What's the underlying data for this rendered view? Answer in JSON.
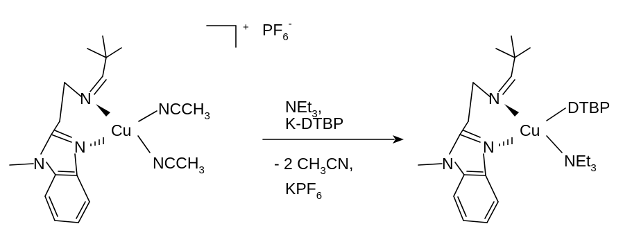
{
  "reactant": {
    "charge": "+",
    "counterion": {
      "base": "PF",
      "sub": "6",
      "sup": "-"
    },
    "atoms": {
      "metal": "Cu",
      "imine_n": "N",
      "ring_n": "N",
      "methyl_n": "N"
    },
    "ligand_1": {
      "pre": "NCCH",
      "sub": "3"
    },
    "ligand_2": {
      "pre": "NCCH",
      "sub": "3"
    }
  },
  "conditions": {
    "above_1": {
      "pre": "NEt",
      "sub": "3",
      "post": ","
    },
    "above_2": "K-DTBP",
    "below_1": {
      "pre": "- 2 CH",
      "sub": "3",
      "post": "CN,"
    },
    "below_2": {
      "pre": "KPF",
      "sub": "6"
    }
  },
  "product": {
    "atoms": {
      "metal": "Cu",
      "imine_n": "N",
      "ring_n": "N",
      "methyl_n": "N"
    },
    "ligand_1": "DTBP",
    "ligand_2": {
      "pre": "NEt",
      "sub": "3"
    }
  }
}
